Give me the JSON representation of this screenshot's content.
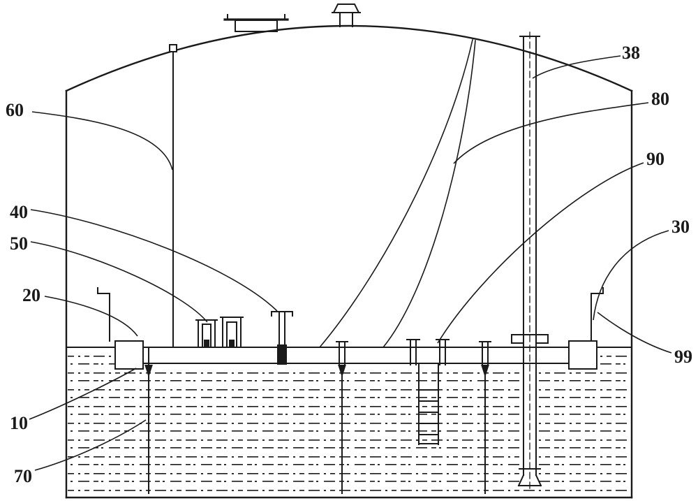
{
  "drawing": {
    "background": "#ffffff",
    "line_color": "#1a1a1a",
    "kind": "tank sectional elevation with internal floating deck"
  },
  "callouts": [
    {
      "id": "label-38",
      "text": "38"
    },
    {
      "id": "label-80",
      "text": "80"
    },
    {
      "id": "label-90",
      "text": "90"
    },
    {
      "id": "label-30",
      "text": "30"
    },
    {
      "id": "label-99",
      "text": "99"
    },
    {
      "id": "label-60",
      "text": "60"
    },
    {
      "id": "label-40",
      "text": "40"
    },
    {
      "id": "label-50",
      "text": "50"
    },
    {
      "id": "label-20",
      "text": "20"
    },
    {
      "id": "label-10",
      "text": "10"
    },
    {
      "id": "label-70",
      "text": "70"
    }
  ]
}
